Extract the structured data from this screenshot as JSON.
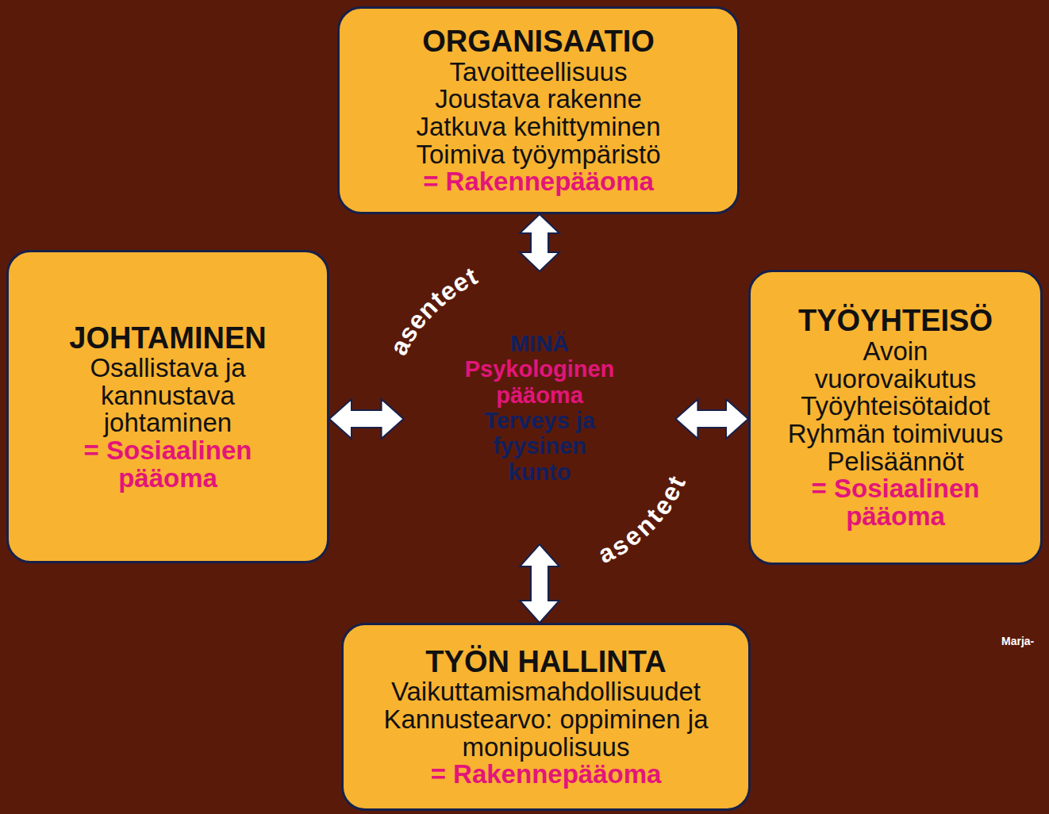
{
  "diagram": {
    "nodes": [
      {
        "text": [
          "ORGANISAATIO",
          "Tavoitteellisuus",
          "Joustava rakenne",
          "Jatkuva kehittyminen",
          "Toimiva työympäristö",
          "= Rakennepääoma"
        ]
      },
      {
        "text": [
          "JOHTAMINEN",
          "Osallistava ja kannustava johtaminen",
          "= Sosiaalinen pääoma"
        ]
      },
      {
        "text": [
          "asenteet",
          "asenteet"
        ]
      },
      {
        "text": [
          "MINÄ",
          "Psykologinen pääoma",
          "Terveys ja fyysinen kunto"
        ],
        "in": 2
      },
      {
        "text": [
          "TYÖYHTEISÖ",
          "Avoin vuorovaikutus",
          "Työyhteisötaidot",
          "Ryhmän toimivuus",
          "Pelisäännöt",
          "= Sosiaalinen pääoma"
        ]
      },
      {
        "text": [
          "TYÖN HALLINTA",
          "Vaikuttamismahdollisuudet",
          "Kannustearvo: oppiminen ja monipuolisuus",
          "= Rakennepääoma"
        ]
      }
    ],
    "edges": [
      {
        "from": 0,
        "to": 3,
        "arrow": "both"
      },
      {
        "from": 1,
        "to": 3,
        "arrow": "both"
      },
      {
        "from": 3,
        "to": 4,
        "arrow": "both"
      },
      {
        "from": 3,
        "to": 5,
        "arrow": "both"
      }
    ],
    "labels": [
      "Marja-"
    ]
  }
}
